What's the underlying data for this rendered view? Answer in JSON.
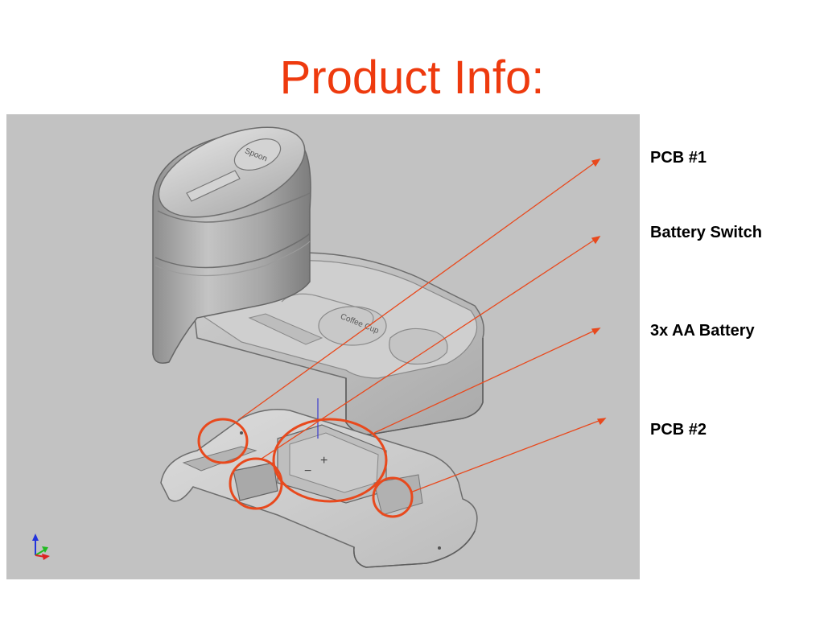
{
  "slide": {
    "title": "Product Info:"
  },
  "figure": {
    "description_labels": {
      "spoon_emboss": "Spoon",
      "cup_emboss": "Coffee Cup",
      "minus_mark": "−",
      "plus_mark": "+"
    },
    "colors": {
      "accent": "#ee3a0e",
      "callout": "#e8491d",
      "panel_bg": "#c2c2c2"
    }
  },
  "callouts": [
    {
      "label": "PCB #1"
    },
    {
      "label": "Battery Switch"
    },
    {
      "label": "3x AA Battery"
    },
    {
      "label": "PCB #2"
    }
  ]
}
